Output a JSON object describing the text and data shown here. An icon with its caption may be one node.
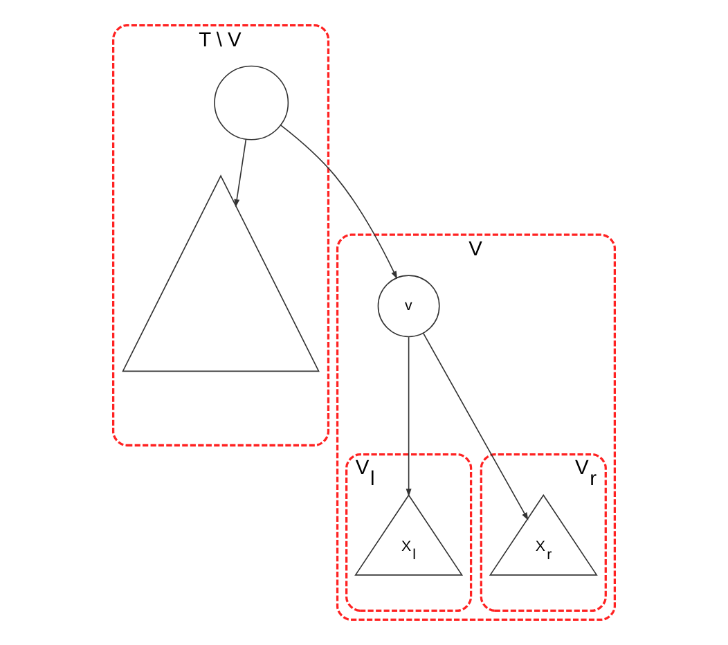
{
  "diagram": {
    "nodes": [
      {
        "text": [
          "T \\ V"
        ]
      },
      {
        "text": [],
        "shape": "circle",
        "in": 0
      },
      {
        "text": [],
        "shape": "triangle",
        "in": 0
      },
      {
        "text": [
          "V"
        ]
      },
      {
        "text": [
          "v"
        ],
        "in": 3
      },
      {
        "text": [
          "V$_{l}$"
        ],
        "in": 3
      },
      {
        "text": [
          "X$_{l}$"
        ],
        "in": 5
      },
      {
        "text": [
          "V$_{r}$"
        ],
        "in": 3
      },
      {
        "text": [
          "X$_{r}$"
        ],
        "in": 7
      }
    ],
    "edges": [
      {
        "from": 1,
        "to": 2,
        "arrow": "to"
      },
      {
        "from": 1,
        "to": 4,
        "arrow": "to"
      },
      {
        "from": 4,
        "to": 6,
        "arrow": "to"
      },
      {
        "from": 4,
        "to": 8,
        "arrow": "to"
      }
    ]
  }
}
